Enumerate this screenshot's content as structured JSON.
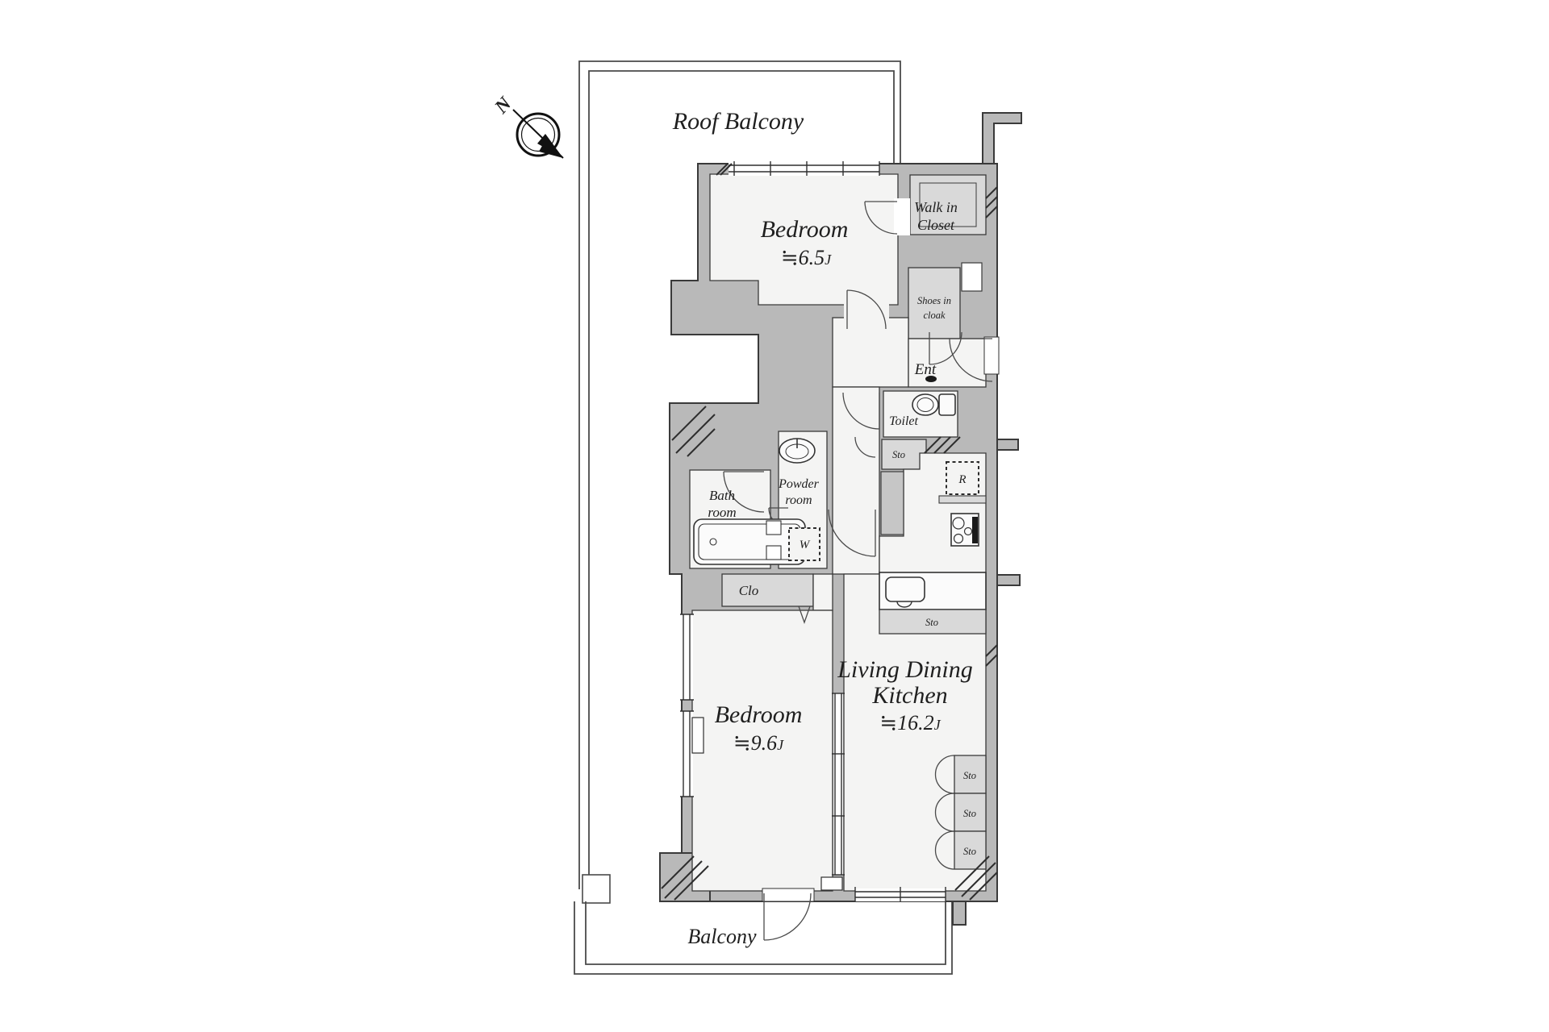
{
  "compass": {
    "north": "N"
  },
  "outdoor": {
    "roof_balcony": "Roof Balcony",
    "balcony": "Balcony"
  },
  "rooms": {
    "bedroom_1": {
      "name": "Bedroom",
      "area": "≒6.5",
      "unit": "J"
    },
    "bedroom_2": {
      "name": "Bedroom",
      "area": "≒9.6",
      "unit": "J"
    },
    "ldk": {
      "name_line1": "Living Dining",
      "name_line2": "Kitchen",
      "area": "≒16.2",
      "unit": "J"
    },
    "walk_in_closet": {
      "line1": "Walk in",
      "line2": "Closet"
    },
    "shoes_in_cloak": {
      "line1": "Shoes in",
      "line2": "cloak"
    },
    "entrance": "Ent",
    "toilet": "Toilet",
    "bath": {
      "line1": "Bath",
      "line2": "room"
    },
    "powder": {
      "line1": "Powder",
      "line2": "room"
    },
    "closet": "Clo"
  },
  "fixtures": {
    "washer": "W",
    "refrigerator": "R",
    "storage": "Sto"
  },
  "colors": {
    "wall": "#b9b9b9",
    "closet_floor": "#d9d9d9",
    "room_floor": "#f4f4f3",
    "line": "#3a3a3a"
  }
}
